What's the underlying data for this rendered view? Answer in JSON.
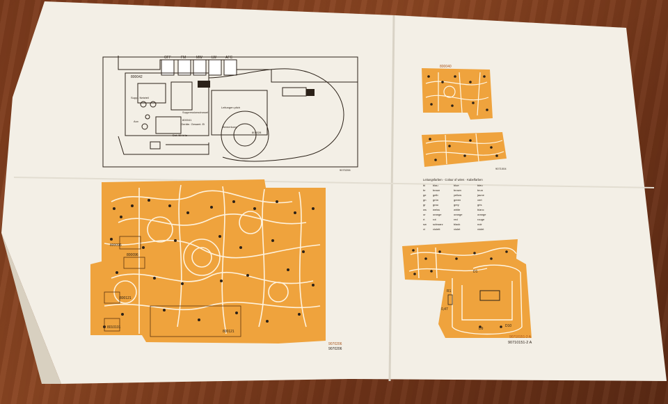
{
  "scene": {
    "description_free": true,
    "colors": {
      "wood": "#7a3a1c",
      "paper": "#f3efe6",
      "pcb_orange": "#efa33d",
      "ink": "#2b2118"
    }
  },
  "top_diagram": {
    "switch_labels": [
      "OFF",
      "FM",
      "MW",
      "LW",
      "AFC"
    ],
    "ref_top_left": "800042",
    "ref_mid": "800041",
    "ref_right": "802028",
    "ref_code": "9070206",
    "labels": {
      "a": "Suppl. Netzteil",
      "b": "Suppressionsdrossel",
      "c": "Geräte. Gesamt. Ei",
      "d": "Det. 50 kHz",
      "e": "Det. 50 kHz",
      "f": "Leitungen pitch",
      "g": "Bemerkung",
      "h": "Aux"
    }
  },
  "big_pcb": {
    "refs": [
      "800096",
      "800096",
      "800121",
      "8010101",
      "800121"
    ],
    "code_small": "9070206",
    "code": "9070206"
  },
  "small_pcb_1": {
    "ref": "800040"
  },
  "small_pcb_2": {
    "ref": "9071004"
  },
  "wire_colors": {
    "header": "Leitungsfarben · Colour of wires · Kabelfarben",
    "rows": [
      [
        "bl",
        "blau",
        "blue",
        "bleu"
      ],
      [
        "br",
        "braun",
        "brown",
        "brun"
      ],
      [
        "ge",
        "gelb",
        "yellow",
        "jaune"
      ],
      [
        "gn",
        "grün",
        "green",
        "vert"
      ],
      [
        "gr",
        "grau",
        "grey",
        "gris"
      ],
      [
        "ws",
        "weiss",
        "white",
        "blanc"
      ],
      [
        "or",
        "orange",
        "orange",
        "orange"
      ],
      [
        "rt",
        "rot",
        "red",
        "rouge"
      ],
      [
        "sw",
        "schwarz",
        "black",
        "noir"
      ],
      [
        "vi",
        "violett",
        "violet",
        "violet"
      ]
    ]
  },
  "small_pcb_3": {
    "labels": [
      "D1",
      "D9",
      "D10",
      "R1",
      "0,47"
    ],
    "code_orange": "90710151-2 A",
    "code": "90710151-2 A"
  }
}
